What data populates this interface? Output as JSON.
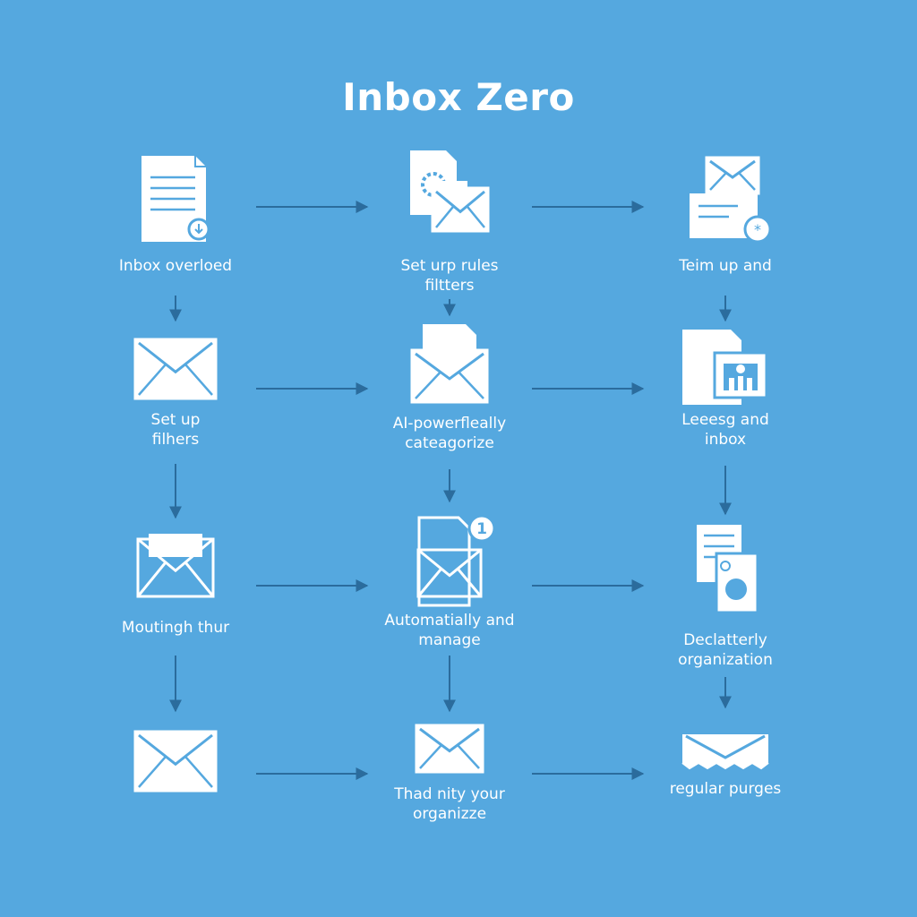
{
  "title": "Inbox Zero",
  "colors": {
    "background": "#55a8df",
    "icon": "#ffffff",
    "arrow": "#2b6c9d",
    "accent": "#55a8df"
  },
  "nodes": [
    {
      "id": "n1",
      "label": "Inbox overloed",
      "icon": "document-download-icon"
    },
    {
      "id": "n2",
      "label": "Set urp rules\nfiltters",
      "icon": "gear-mail-icon"
    },
    {
      "id": "n3",
      "label": "Teim up and",
      "icon": "mail-star-icon"
    },
    {
      "id": "n4",
      "label": "Set up\nfilhers",
      "icon": "envelope-icon"
    },
    {
      "id": "n5",
      "label": "AI-powerfleally\ncateagorize",
      "icon": "doc-envelope-icon"
    },
    {
      "id": "n6",
      "label": "Leeesg and\ninbox",
      "icon": "folder-chart-icon"
    },
    {
      "id": "n7",
      "label": "Moutingh thur",
      "icon": "open-envelope-icon"
    },
    {
      "id": "n8",
      "label": "Automatially and\nmanage",
      "icon": "mail-notification-icon"
    },
    {
      "id": "n9",
      "label": "Declatterly\norganization",
      "icon": "doc-virus-icon"
    },
    {
      "id": "n10",
      "label": "",
      "icon": "envelope-icon"
    },
    {
      "id": "n11",
      "label": "Thad nity your\norganizze",
      "icon": "envelope-icon"
    },
    {
      "id": "n12",
      "label": "regular purges",
      "icon": "torn-envelope-icon"
    }
  ],
  "edges": [
    {
      "from": "n1",
      "to": "n2"
    },
    {
      "from": "n2",
      "to": "n3"
    },
    {
      "from": "n4",
      "to": "n5"
    },
    {
      "from": "n5",
      "to": "n6"
    },
    {
      "from": "n7",
      "to": "n8"
    },
    {
      "from": "n8",
      "to": "n9"
    },
    {
      "from": "n10",
      "to": "n11"
    },
    {
      "from": "n11",
      "to": "n12"
    },
    {
      "from": "n1",
      "to": "n4"
    },
    {
      "from": "n4",
      "to": "n7"
    },
    {
      "from": "n7",
      "to": "n10"
    },
    {
      "from": "n2",
      "to": "n5"
    },
    {
      "from": "n5",
      "to": "n8"
    },
    {
      "from": "n8",
      "to": "n11"
    },
    {
      "from": "n3",
      "to": "n6"
    },
    {
      "from": "n6",
      "to": "n9"
    },
    {
      "from": "n9",
      "to": "n12"
    }
  ]
}
